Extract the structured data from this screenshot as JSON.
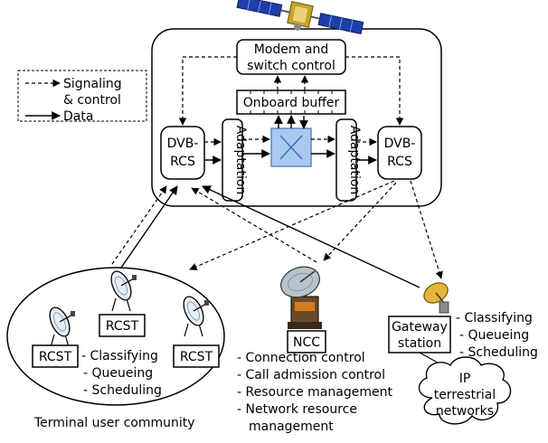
{
  "legend": {
    "signaling": "Signaling",
    "control": "& control",
    "data": "Data"
  },
  "satellite": {
    "modem_line1": "Modem and",
    "modem_line2": "switch control",
    "buffer": "Onboard buffer",
    "dvb_left_1": "DVB-",
    "dvb_left_2": "RCS",
    "dvb_right_1": "DVB-",
    "dvb_right_2": "RCS",
    "adaptation_left": "Adaptation",
    "adaptation_right": "Adaptation"
  },
  "community": {
    "rcst_1": "RCST",
    "rcst_2": "RCST",
    "rcst_3": "RCST",
    "functions": [
      "- Classifying",
      "- Queueing",
      "- Scheduling"
    ],
    "caption": "Terminal user community"
  },
  "ncc": {
    "label": "NCC",
    "functions": [
      "- Connection control",
      "- Call admission control",
      "- Resource management",
      "- Network resource",
      "management"
    ]
  },
  "gateway": {
    "label_line1": "Gateway",
    "label_line2": "station",
    "functions": [
      "- Classifying",
      "- Queueing",
      "- Scheduling"
    ]
  },
  "cloud": {
    "line1": "IP",
    "line2": "terrestrial",
    "line3": "networks"
  },
  "colors": {
    "switch_fill": "#aac9f0",
    "switch_stroke": "#5b86c5",
    "solar_panel": "#1e3fa8"
  }
}
